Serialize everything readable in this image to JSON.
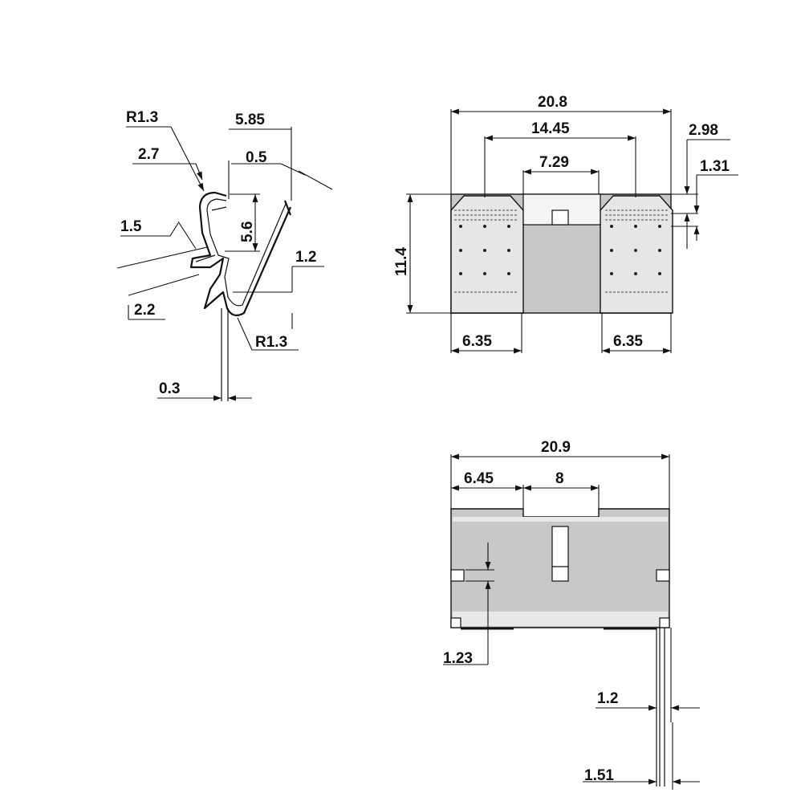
{
  "colors": {
    "ink": "#111111",
    "body_gray": "#c8c8c8",
    "light_gray": "#e2e2e2"
  },
  "side_view": {
    "r_top": "R1.3",
    "d_585": "5.85",
    "d_27": "2.7",
    "d_05": "0.5",
    "d_56": "5.6",
    "d_15": "1.5",
    "d_12": "1.2",
    "d_22": "2.2",
    "r_bottom": "R1.3",
    "d_03": "0.3"
  },
  "front_view": {
    "overall_width": "20.8",
    "inner_width": "14.45",
    "slot_width": "7.29",
    "d_298": "2.98",
    "d_131": "1.31",
    "height": "11.4",
    "left_wing": "6.35",
    "right_wing": "6.35"
  },
  "bottom_view": {
    "overall_width": "20.9",
    "left_offset": "6.45",
    "notch_width": "8",
    "d_123": "1.23",
    "pin_width": "1.2",
    "pin_pitch": "1.51"
  }
}
